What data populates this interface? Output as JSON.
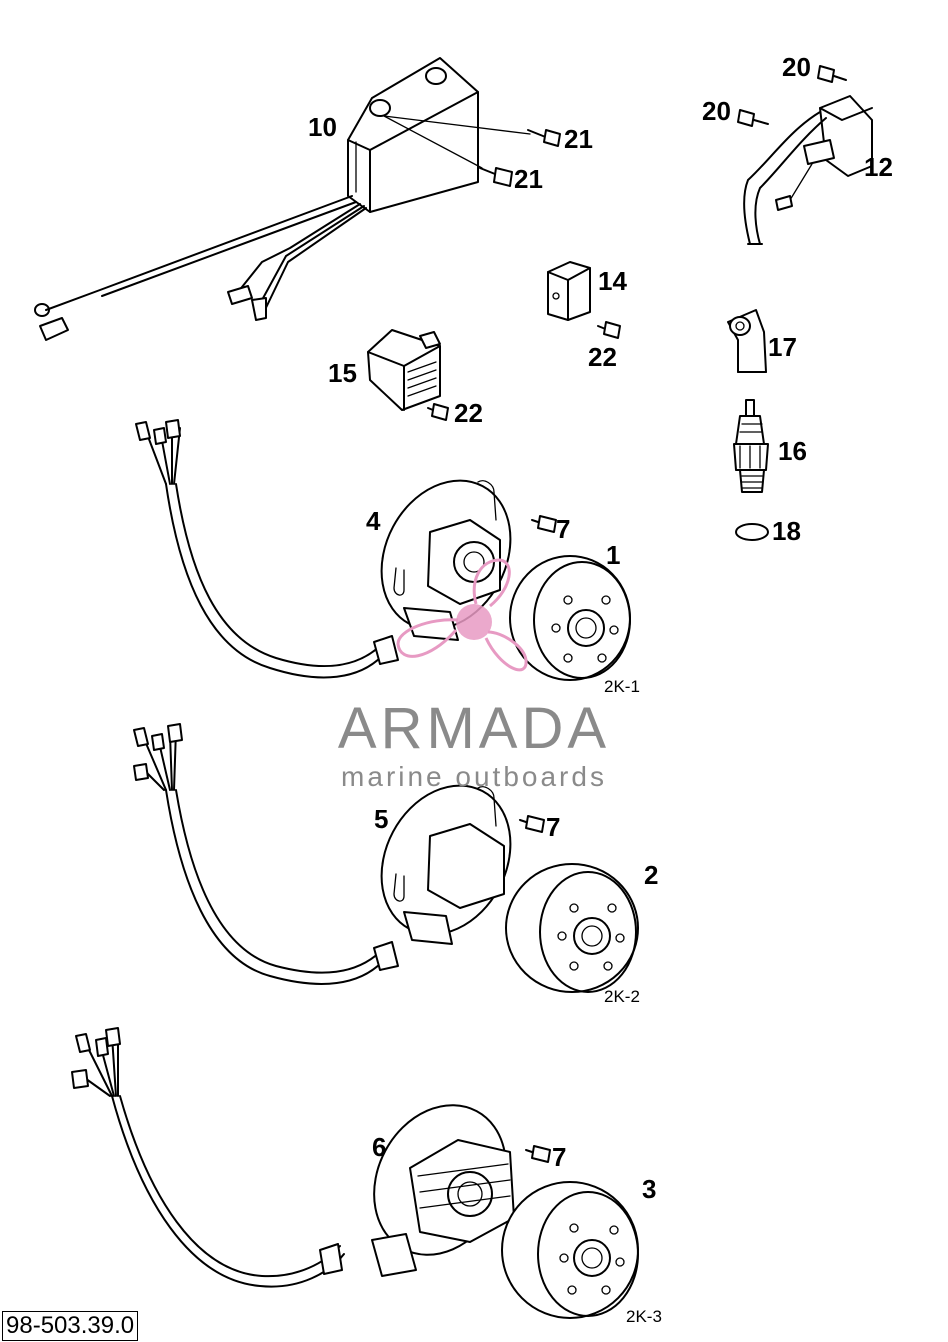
{
  "parts": {
    "p10": "10",
    "p21a": "21",
    "p21b": "21",
    "p20a": "20",
    "p20b": "20",
    "p12": "12",
    "p14": "14",
    "p22a": "22",
    "p15": "15",
    "p22b": "22",
    "p17": "17",
    "p16": "16",
    "p18": "18",
    "p4": "4",
    "p7a": "7",
    "p1": "1",
    "p5": "5",
    "p7b": "7",
    "p2": "2",
    "p6": "6",
    "p7c": "7",
    "p3": "3"
  },
  "kits": {
    "k1": "2K-1",
    "k2": "2K-2",
    "k3": "2K-3"
  },
  "watermark": {
    "title": "ARMADA",
    "subtitle": "marine outboards",
    "color": "#e79ac3"
  },
  "reference": "98-503.39.0"
}
